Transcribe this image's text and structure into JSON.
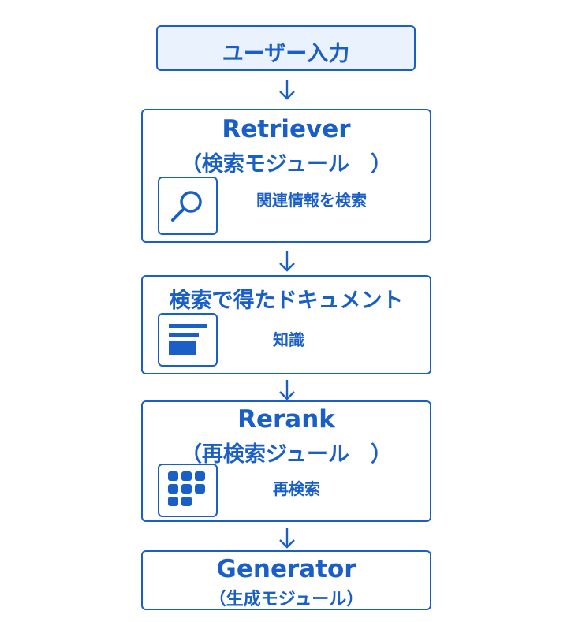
{
  "input_node": {
    "label": "ユーザー入力"
  },
  "retriever": {
    "title": "Retriever",
    "subtitle": "（検索モジュール　）",
    "description": "関連情報を検索",
    "icon": "search-icon"
  },
  "documents": {
    "title": "検索で得たドキュメント",
    "description": "知識",
    "icon": "document-icon"
  },
  "rerank": {
    "title": "Rerank",
    "subtitle": "（再検索ジュール　）",
    "description": "再検索",
    "icon": "grid-icon"
  },
  "generator": {
    "title": "Generator",
    "subtitle": "（生成モジュール）"
  },
  "colors": {
    "accent": "#1a5fc8",
    "input_fill": "#eaf2fd",
    "background": "#ffffff"
  }
}
